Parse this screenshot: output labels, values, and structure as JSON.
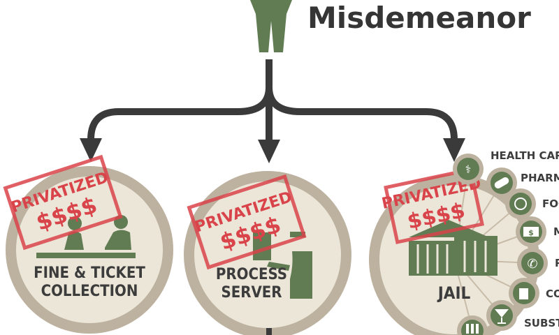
{
  "header": {
    "title": "Misdemeanor"
  },
  "colors": {
    "green": "#617b53",
    "ring": "#bdb19f",
    "fill": "#ebe6d8",
    "arrow": "#3a3a3a",
    "stamp": "#d9434a"
  },
  "stamp": {
    "label": "PRIVATIZED",
    "dollars": "$$$$"
  },
  "nodes": [
    {
      "line1": "FINE & TICKET",
      "line2": "COLLECTION"
    },
    {
      "line1": "PROCESS",
      "line2": "SERVER"
    },
    {
      "line1": "JAIL"
    }
  ],
  "jail_services": [
    {
      "label": "HEALTH CARE",
      "icon": "stethoscope-icon"
    },
    {
      "label": "PHARMA",
      "icon": "pill-icon"
    },
    {
      "label": "FOO",
      "icon": "plate-icon"
    },
    {
      "label": "M",
      "icon": "money-icon"
    },
    {
      "label": "P",
      "icon": "phone-icon"
    },
    {
      "label": "CO",
      "icon": "shopping-bag-icon"
    },
    {
      "label": "SUBSTA",
      "icon": "cocktail-icon"
    }
  ]
}
